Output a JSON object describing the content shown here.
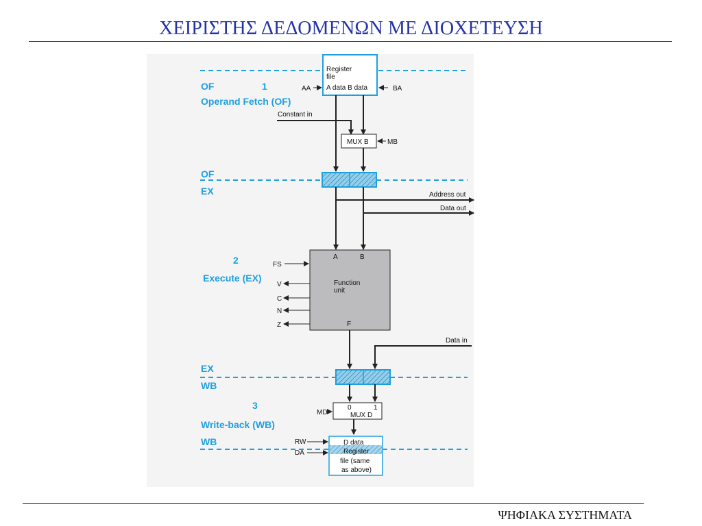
{
  "slide": {
    "title": "ΧΕΙΡΙΣΤΗΣ ΔΕΔΟΜΕΝΩΝ ΜΕ ΔΙΟΧΕΤΕΥΣΗ",
    "footer": "ΨΗΦΙΑΚΑ ΣΥΣΤΗΜΑΤΑ"
  },
  "colors": {
    "title": "#2433a8",
    "stage": "#1e9fe0",
    "function_unit": "#bcbcbf"
  },
  "diagram": {
    "stage_of": {
      "boundary": "OF",
      "number": "1",
      "name": "Operand Fetch (OF)"
    },
    "pipe_of_ex": {
      "top": "OF",
      "bottom": "EX"
    },
    "stage_ex": {
      "number": "2",
      "name": "Execute (EX)"
    },
    "pipe_ex_wb": {
      "top": "EX",
      "bottom": "WB"
    },
    "stage_wb": {
      "number": "3",
      "name": "Write-back (WB)",
      "boundary": "WB"
    },
    "register_file": {
      "line1": "Register",
      "line2": "file",
      "ports": "A data B data",
      "aa": "AA",
      "ba": "BA"
    },
    "constant_in": "Constant in",
    "mux_b": {
      "label": "MUX B",
      "select": "MB"
    },
    "address_out": "Address out",
    "data_out": "Data out",
    "function_unit": {
      "line1": "Function",
      "line2": "unit",
      "in_a": "A",
      "in_b": "B",
      "out_f": "F",
      "fs": "FS",
      "v": "V",
      "c": "C",
      "n": "N",
      "z": "Z"
    },
    "data_in": "Data in",
    "mux_d": {
      "label": "MUX D",
      "in0": "0",
      "in1": "1",
      "select": "MD"
    },
    "register_file_wb": {
      "line1": "D data",
      "line2": "Register",
      "line3": "file (same",
      "line4": "as above)",
      "rw": "RW",
      "da": "DA"
    }
  }
}
